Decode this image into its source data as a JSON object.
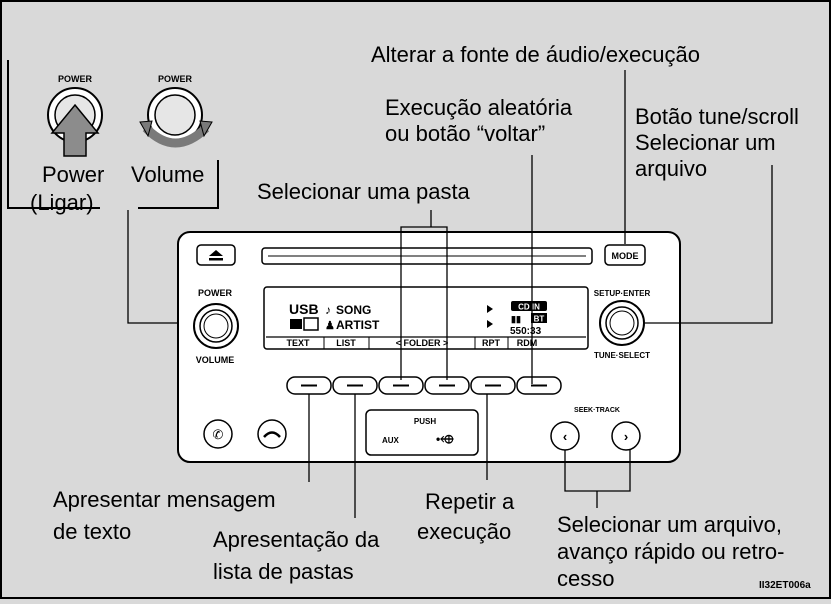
{
  "callouts": {
    "alterar_fonte": "Alterar a fonte de áudio/execução",
    "execucao_aleatoria": [
      "Execução aleatória",
      "ou botão “voltar”"
    ],
    "botao_tune": [
      "Botão tune/scroll",
      "Selecionar um",
      "arquivo"
    ],
    "selecionar_pasta": "Selecionar uma pasta",
    "power_label": "Power",
    "volume_label": "Volume",
    "ligar_label": "(Ligar)",
    "apresentar_mensagem": [
      "Apresentar mensagem",
      "de texto"
    ],
    "apresentacao_lista": [
      "Apresentação da",
      "lista de pastas"
    ],
    "repetir": [
      "Repetir a",
      "execução"
    ],
    "selecionar_arquivo": [
      "Selecionar um arquivo,",
      "avanço rápido ou retro-",
      "cesso"
    ]
  },
  "inset": {
    "power_top_left": "POWER",
    "power_top_right": "POWER"
  },
  "panel": {
    "eject_icon": "eject-icon",
    "mode_button": "MODE",
    "power_label": "POWER",
    "volume_label": "VOLUME",
    "setup_enter_label": "SETUP·ENTER",
    "tune_select_label": "TUNE·SELECT",
    "seek_track_label": "SEEK·TRACK",
    "push_label": "PUSH",
    "aux_label": "AUX",
    "display": {
      "source": "USB",
      "song": "SONG",
      "artist": "ARTIST",
      "cd_in": "CD IN",
      "bt": "BT",
      "time": "550:33",
      "soft_keys": [
        "TEXT",
        "LIST",
        "< FOLDER >",
        "RPT",
        "RDM"
      ]
    }
  },
  "figure_id": "II32ET006a"
}
